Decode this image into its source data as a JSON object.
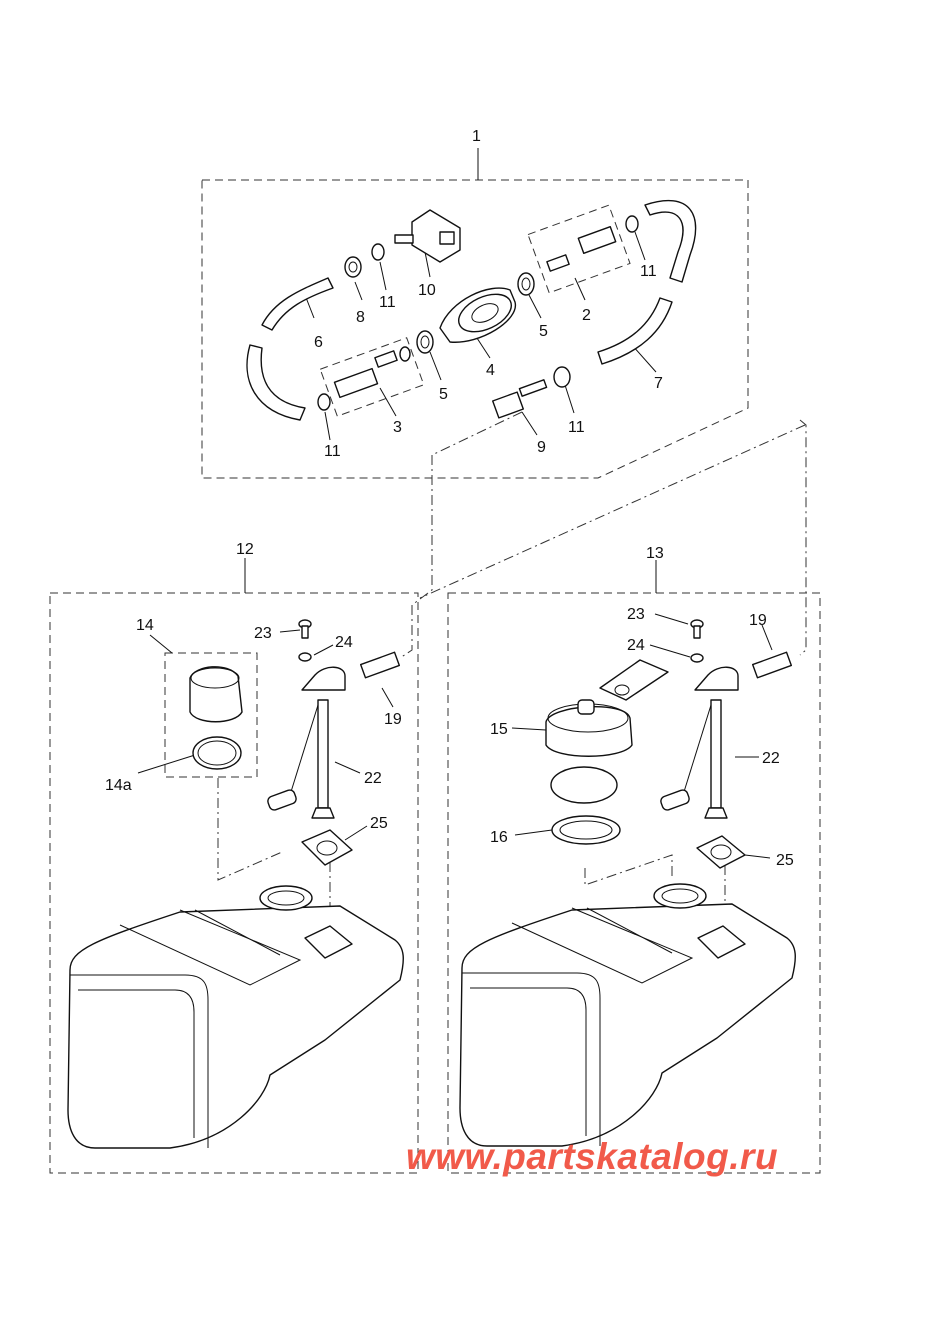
{
  "labels": {
    "l1": "1",
    "l2": "2",
    "l3": "3",
    "l4": "4",
    "l5a": "5",
    "l5b": "5",
    "l6": "6",
    "l7": "7",
    "l8": "8",
    "l9": "9",
    "l10": "10",
    "l11a": "11",
    "l11b": "11",
    "l11c": "11",
    "l11d": "11",
    "l12": "12",
    "l13": "13",
    "l14": "14",
    "l14a": "14a",
    "l15": "15",
    "l16": "16",
    "l19a": "19",
    "l19b": "19",
    "l22a": "22",
    "l22b": "22",
    "l23a": "23",
    "l23b": "23",
    "l24a": "24",
    "l24b": "24",
    "l25a": "25",
    "l25b": "25"
  },
  "watermark": "www.partskatalog.ru"
}
